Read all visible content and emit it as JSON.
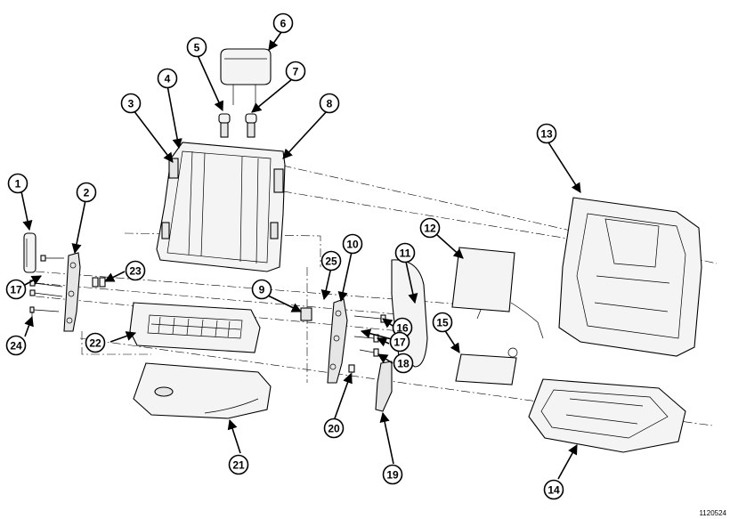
{
  "diagram": {
    "document_id": "1120524",
    "callouts": [
      "1",
      "2",
      "3",
      "4",
      "5",
      "6",
      "7",
      "8",
      "9",
      "10",
      "11",
      "12",
      "13",
      "14",
      "15",
      "16",
      "17",
      "17",
      "18",
      "19",
      "20",
      "21",
      "22",
      "23",
      "24",
      "25"
    ]
  }
}
